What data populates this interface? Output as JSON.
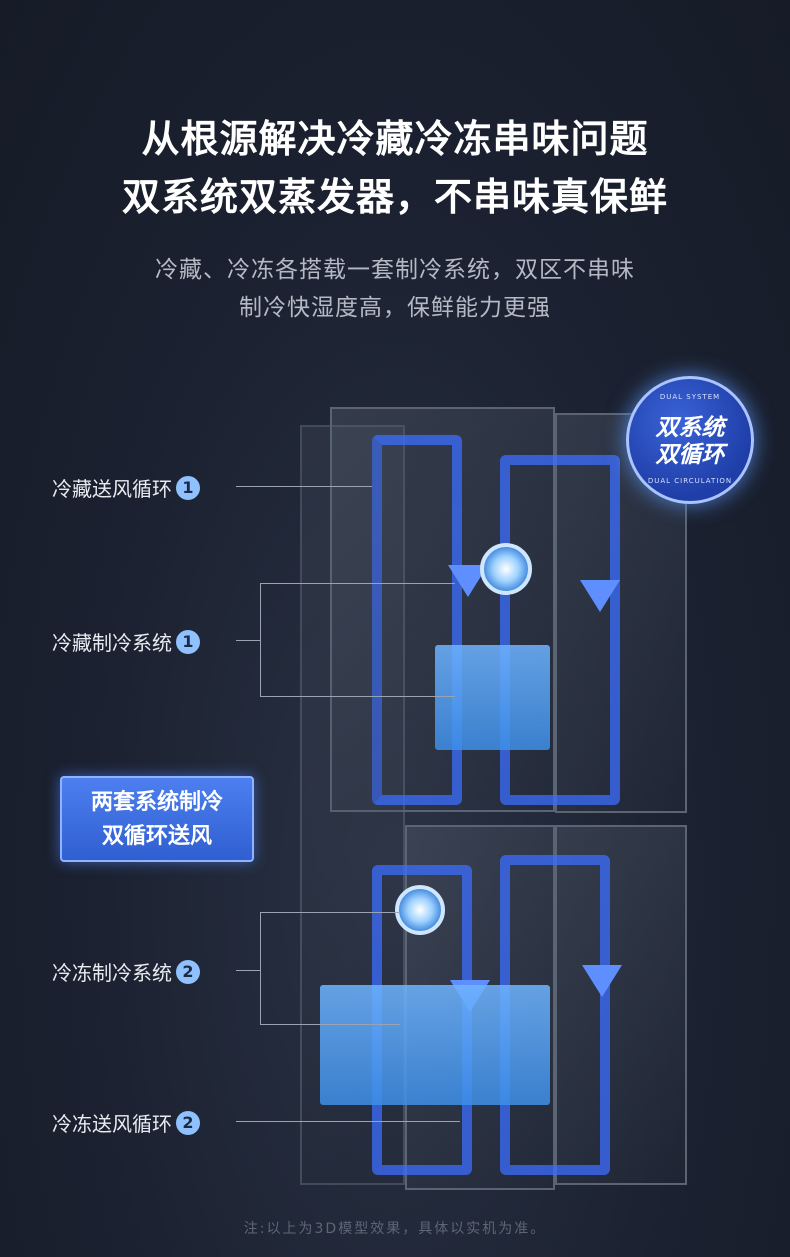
{
  "header": {
    "title_line1": "从根源解决冷藏冷冻串味问题",
    "title_line2": "双系统双蒸发器，不串味真保鲜",
    "subtitle_line1": "冷藏、冷冻各搭载一套制冷系统，双区不串味",
    "subtitle_line2": "制冷快湿度高，保鲜能力更强"
  },
  "labels": [
    {
      "text": "冷藏送风循环",
      "num": "1"
    },
    {
      "text": "冷藏制冷系统",
      "num": "1"
    },
    {
      "text": "冷冻制冷系统",
      "num": "2"
    },
    {
      "text": "冷冻送风循环",
      "num": "2"
    }
  ],
  "promo": {
    "line1": "两套系统制冷",
    "line2": "双循环送风"
  },
  "badge": {
    "line1": "双系统",
    "line2": "双循环",
    "ring_top": "DUAL SYSTEM",
    "ring_left": "DUAL CIRCULATION"
  },
  "note": "注:以上为3D模型效果，具体以实机为准。",
  "colors": {
    "accent": "#3c6eff",
    "background": "#1b2130"
  }
}
